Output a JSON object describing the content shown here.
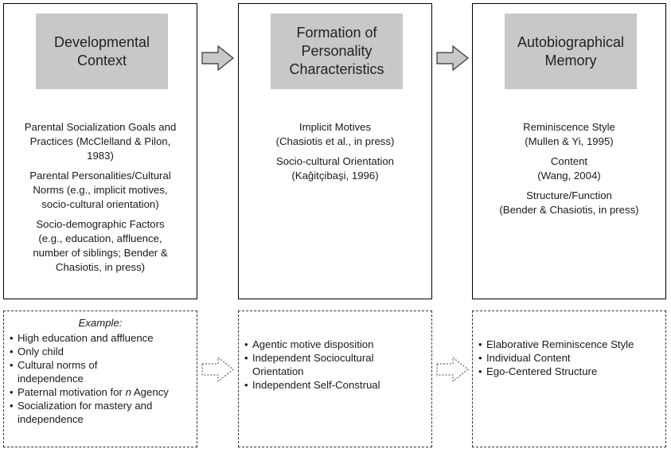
{
  "columns": [
    {
      "title": "Developmental\nContext",
      "items": [
        "Parental Socialization Goals and\nPractices (McClelland & Pilon,\n1983)",
        "Parental Personalities/Cultural\nNorms (e.g., implicit motives,\nsocio-cultural orientation)",
        "Socio-demographic Factors\n(e.g., education, affluence,\nnumber of siblings; Bender &\nChasiotis, in press)"
      ]
    },
    {
      "title": "Formation of\nPersonality\nCharacteristics",
      "items": [
        "Implicit Motives\n(Chasiotis et al., in press)",
        "Socio-cultural Orientation\n(Kağitçibaşi, 1996)"
      ]
    },
    {
      "title": "Autobiographical\nMemory",
      "items": [
        "Reminiscence Style\n(Mullen & Yi, 1995)",
        "Content\n(Wang, 2004)",
        "Structure/Function\n(Bender & Chasiotis, in press)"
      ]
    }
  ],
  "examples": [
    {
      "title": "Example:",
      "bullets": [
        "High education and affluence",
        "Only child",
        "Cultural norms of\nindependence",
        {
          "pre": "Paternal motivation for ",
          "italic": "n",
          "post": " Agency"
        },
        "Socialization for mastery and\nindependence"
      ]
    },
    {
      "title": "",
      "bullets": [
        "Agentic motive disposition",
        "Independent Sociocultural\nOrientation",
        "Independent Self-Construal"
      ]
    },
    {
      "title": "",
      "bullets": [
        "Elaborative Reminiscence Style",
        "Individual Content",
        "Ego-Centered Structure"
      ]
    }
  ],
  "colors": {
    "title_fill": "#c8c8c8",
    "arrow_fill": "#c8c8c8",
    "stroke": "#333333"
  }
}
